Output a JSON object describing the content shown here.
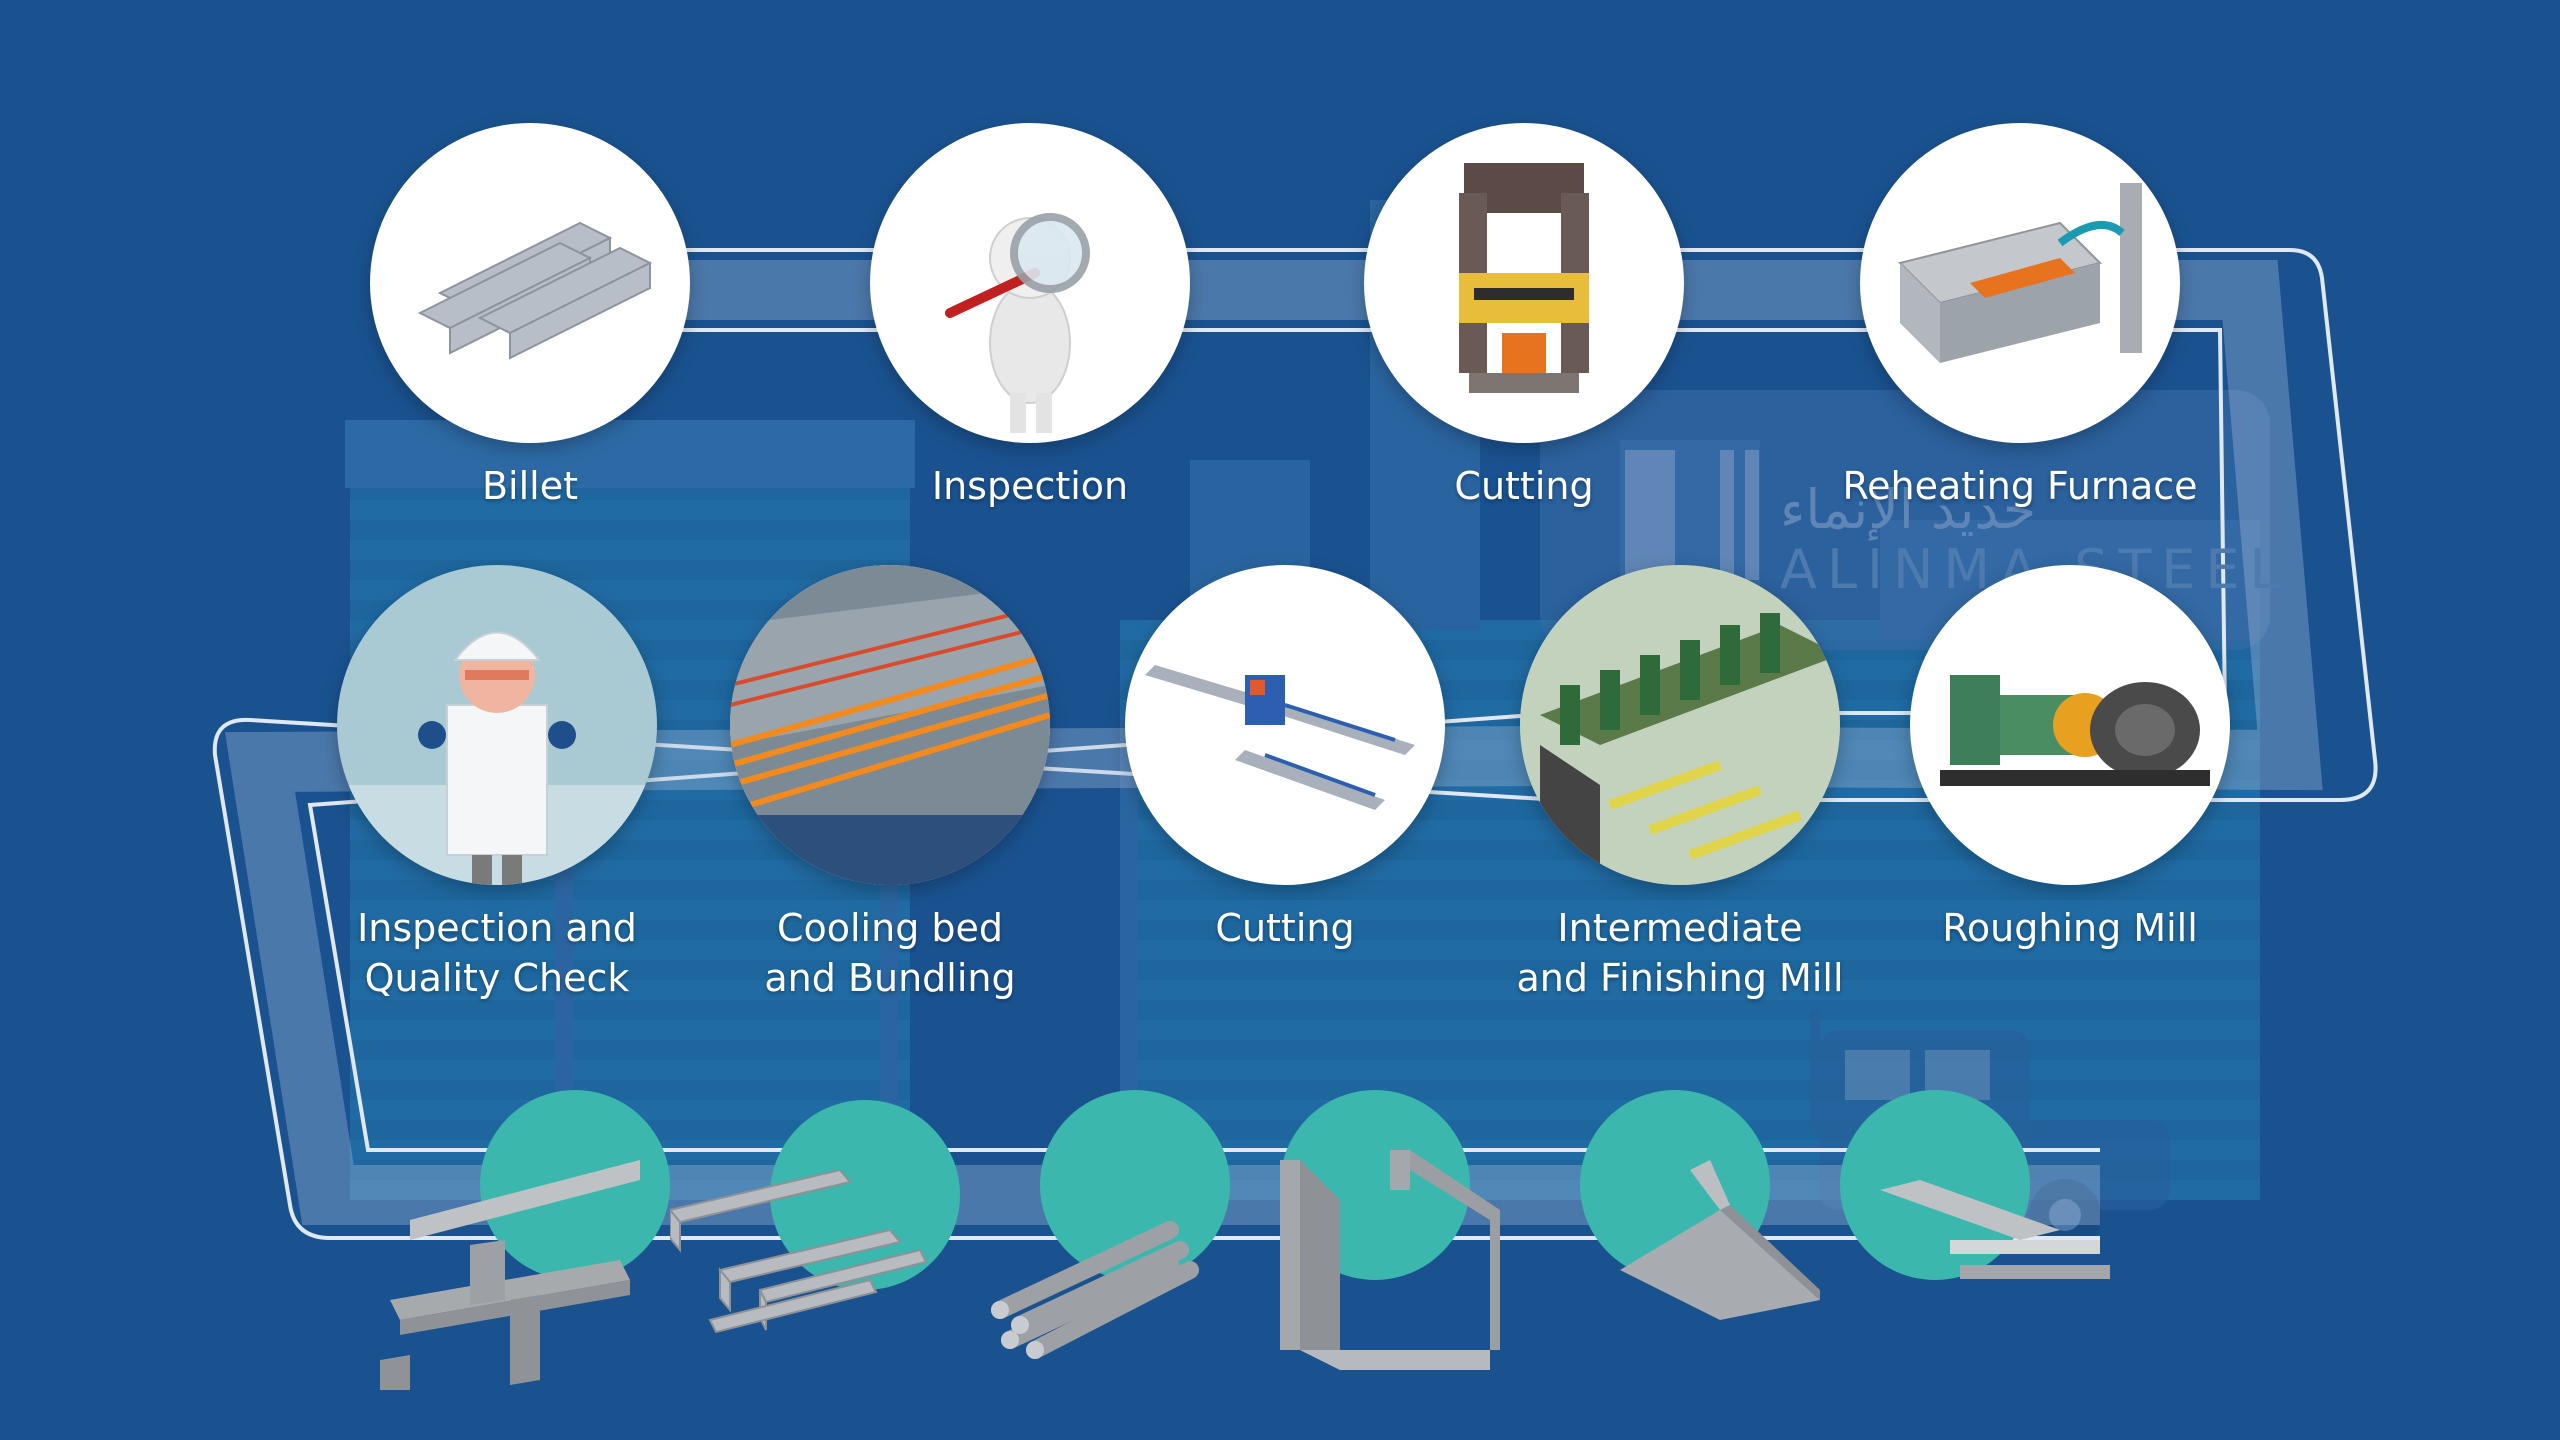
{
  "colors": {
    "background": "#1a5290",
    "building_stripe": "#1f6fa3",
    "path_outline": "#dfe8f3",
    "circle_fill": "#ffffff",
    "product_dot": "#3bb7ae",
    "label_text": "#ffffff"
  },
  "brand": {
    "arabic": "حديد الإنماء",
    "english": "ALINMA STEEL"
  },
  "steps": [
    {
      "label": "Billet",
      "icon": "billet-icon"
    },
    {
      "label": "Inspection",
      "icon": "magnifier-figure-icon"
    },
    {
      "label": "Cutting",
      "icon": "press-machine-icon"
    },
    {
      "label": "Reheating Furnace",
      "icon": "furnace-icon"
    },
    {
      "label": "Roughing Mill",
      "icon": "roughing-mill-icon"
    },
    {
      "label": [
        "Intermediate",
        "and Finishing Mill"
      ],
      "icon": "finishing-mill-icon"
    },
    {
      "label": "Cutting",
      "icon": "cutting-conveyor-icon"
    },
    {
      "label": [
        "Cooling bed",
        "and Bundling"
      ],
      "icon": "cooling-bed-icon"
    },
    {
      "label": [
        "Inspection and",
        "Quality Check"
      ],
      "icon": "inspector-icon"
    }
  ],
  "products": [
    {
      "icon": "i-beam-icon"
    },
    {
      "icon": "square-bars-icon"
    },
    {
      "icon": "round-bars-icon"
    },
    {
      "icon": "channel-icon"
    },
    {
      "icon": "angle-icon"
    },
    {
      "icon": "flat-bar-icon"
    }
  ]
}
